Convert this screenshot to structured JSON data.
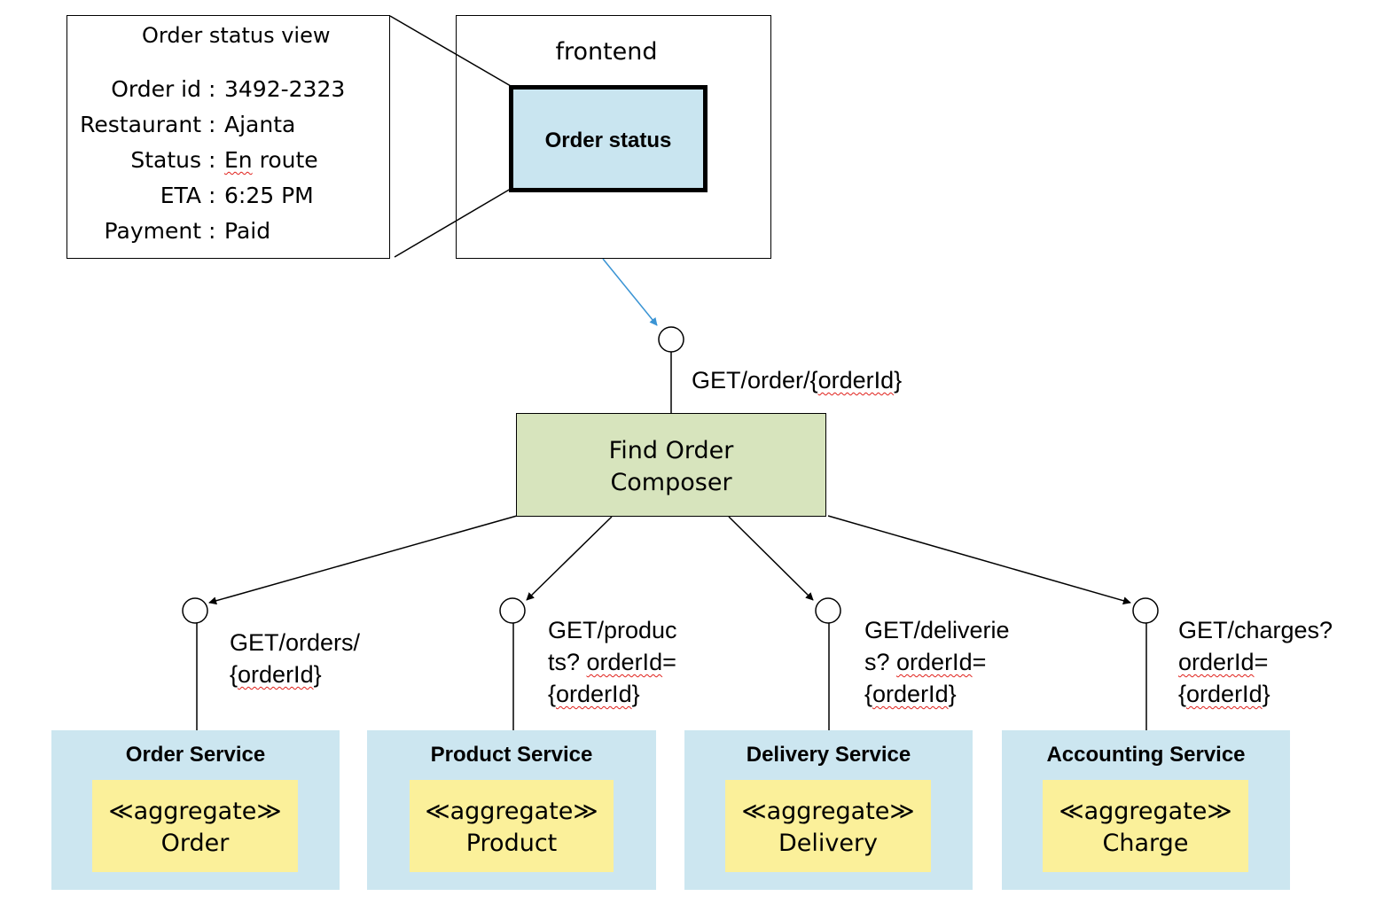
{
  "colors": {
    "service_bg": "#cce6f0",
    "aggregate_bg": "#fbf09a",
    "composer_bg": "#d7e4bd",
    "order_status_bg": "#c9e5f0",
    "frontend_arrow": "#3a94d4",
    "squiggle": "#e0201a"
  },
  "order_status_view": {
    "title": "Order status view",
    "rows": [
      {
        "label": "Order id",
        "sep": ":",
        "value": "3492-2323"
      },
      {
        "label": "Restaurant",
        "sep": ":",
        "value": "Ajanta"
      },
      {
        "label": "Status",
        "sep": ":",
        "value_first": "En",
        "value_rest": " route"
      },
      {
        "label": "ETA",
        "sep": ":",
        "value": "6:25 PM"
      },
      {
        "label": "Payment",
        "sep": ":",
        "value": "Paid"
      }
    ]
  },
  "frontend": {
    "label": "frontend",
    "order_status_label": "Order status"
  },
  "composer": {
    "line1": "Find Order",
    "line2": "Composer",
    "endpoint_prefix": "GET/order/{",
    "endpoint_param": "orderId",
    "endpoint_suffix": "}"
  },
  "services": [
    {
      "title": "Order Service",
      "stereotype": "≪aggregate≫",
      "aggregate": "Order",
      "endpoint_line1": "GET/orders/",
      "endpoint_line2_prefix": "",
      "endpoint_line2_param": "",
      "endpoint_line2_suffix": "",
      "endpoint_line3_prefix": "{",
      "endpoint_line3_param": "orderId",
      "endpoint_line3_suffix": "}"
    },
    {
      "title": "Product Service",
      "stereotype": "≪aggregate≫",
      "aggregate": "Product",
      "endpoint_line1": "GET/produc",
      "endpoint_line2_prefix": "ts? ",
      "endpoint_line2_param": "orderId",
      "endpoint_line2_suffix": "=",
      "endpoint_line3_prefix": "{",
      "endpoint_line3_param": "orderId",
      "endpoint_line3_suffix": "}"
    },
    {
      "title": "Delivery Service",
      "stereotype": "≪aggregate≫",
      "aggregate": "Delivery",
      "endpoint_line1": "GET/deliverie",
      "endpoint_line2_prefix": "s? ",
      "endpoint_line2_param": "orderId",
      "endpoint_line2_suffix": "=",
      "endpoint_line3_prefix": "{",
      "endpoint_line3_param": "orderId",
      "endpoint_line3_suffix": "}"
    },
    {
      "title": "Accounting Service",
      "stereotype": "≪aggregate≫",
      "aggregate": "Charge",
      "endpoint_line1": "GET/charges?",
      "endpoint_line2_prefix": "",
      "endpoint_line2_param": "orderId",
      "endpoint_line2_suffix": "=",
      "endpoint_line3_prefix": "{",
      "endpoint_line3_param": "orderId",
      "endpoint_line3_suffix": "}"
    }
  ]
}
